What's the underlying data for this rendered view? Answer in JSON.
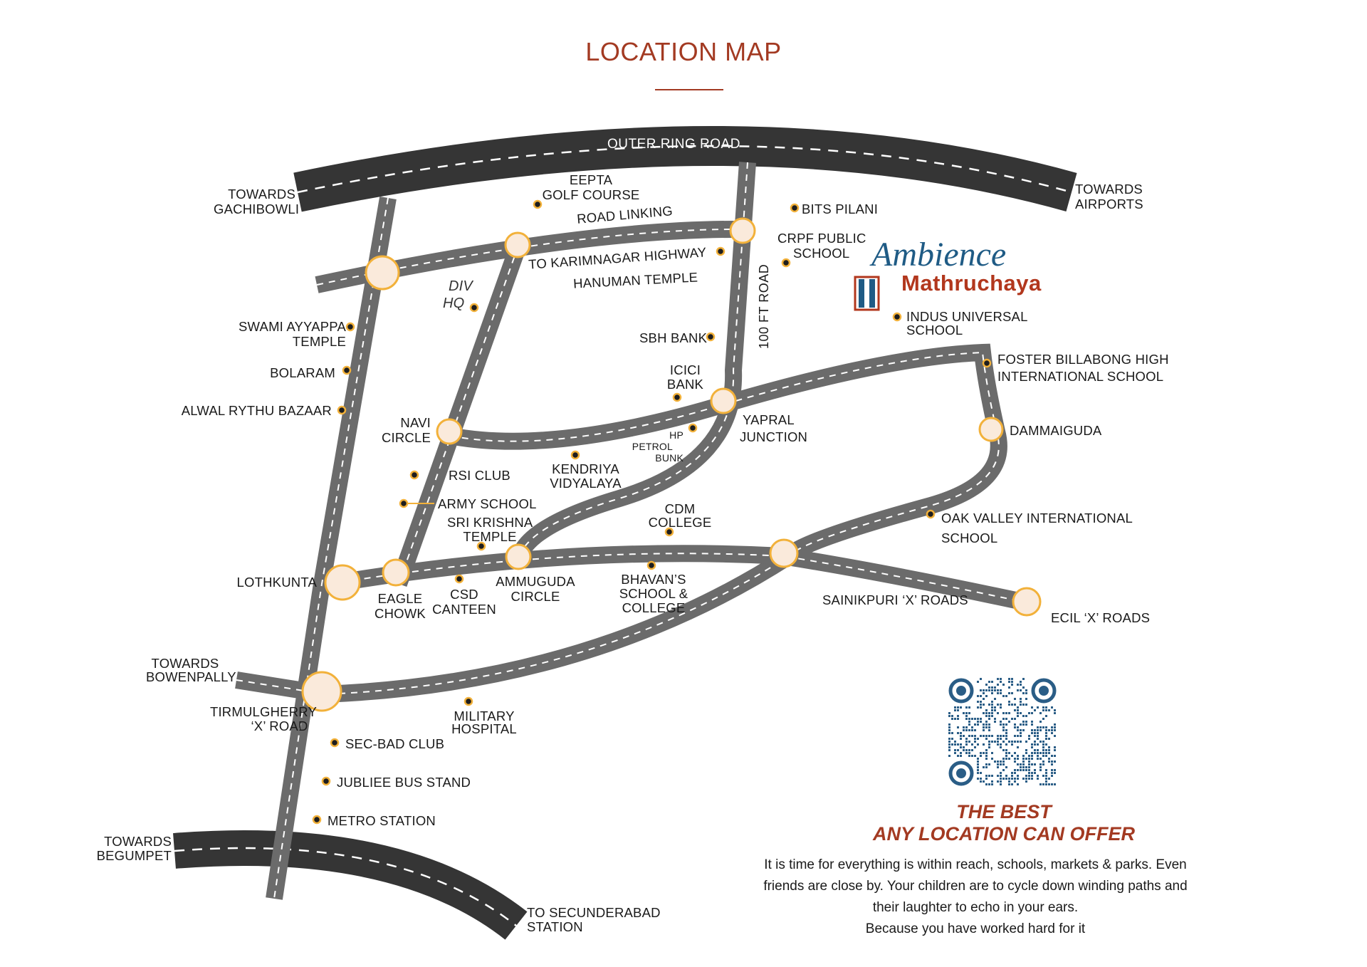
{
  "title": "LOCATION MAP",
  "roads": {
    "outer_ring": "OUTER RING ROAD",
    "ft100": "100 FT ROAD"
  },
  "labels": {
    "towards_gachibowli": [
      "TOWARDS",
      "GACHIBOWLI"
    ],
    "towards_airports": [
      "TOWARDS",
      "AIRPORTS"
    ],
    "eepta": [
      "EEPTA",
      "GOLF COURSE"
    ],
    "road_linking": "ROAD LINKING",
    "to_karimnagar": "TO KARIMNAGAR HIGHWAY",
    "hanuman": "HANUMAN TEMPLE",
    "bits": "BITS PILANI",
    "crpf": [
      "CRPF PUBLIC",
      "SCHOOL"
    ],
    "indus": [
      "INDUS UNIVERSAL",
      "SCHOOL"
    ],
    "div_hq": [
      "DIV",
      "HQ"
    ],
    "swami": [
      "SWAMI AYYAPPA",
      "TEMPLE"
    ],
    "bolaram": "BOLARAM",
    "alwal": "ALWAL RYTHU BAZAAR",
    "sbh": "SBH BANK",
    "icici": [
      "ICICI",
      "BANK"
    ],
    "foster": [
      "FOSTER BILLABONG HIGH",
      "INTERNATIONAL SCHOOL"
    ],
    "navi": [
      "NAVI",
      "CIRCLE"
    ],
    "yapral": [
      "YAPRAL",
      "JUNCTION"
    ],
    "hp": [
      "HP",
      "PETROL",
      "BUNK"
    ],
    "dammaiguda": "DAMMAIGUDA",
    "kendriya": [
      "KENDRIYA",
      "VIDYALAYA"
    ],
    "rsi": "RSI CLUB",
    "army": "ARMY SCHOOL",
    "cdm": [
      "CDM",
      "COLLEGE"
    ],
    "oak": [
      "OAK VALLEY INTERNATIONAL",
      "SCHOOL"
    ],
    "sri_krishna": [
      "SRI KRISHNA",
      "TEMPLE"
    ],
    "lothkunta": "LOTHKUNTA",
    "eagle": [
      "EAGLE",
      "CHOWK"
    ],
    "csd": [
      "CSD",
      "CANTEEN"
    ],
    "ammuguda": [
      "AMMUGUDA",
      "CIRCLE"
    ],
    "bhavans": [
      "BHAVAN’S",
      "SCHOOL &",
      "COLLEGE"
    ],
    "sainikpuri": "SAINIKPURI ‘X’ ROADS",
    "ecil": "ECIL ‘X’ ROADS",
    "towards_bowenpally": [
      "TOWARDS",
      "BOWENPALLY"
    ],
    "tirmulgherry": [
      "TIRMULGHERRY",
      "‘X’ ROAD"
    ],
    "military": [
      "MILITARY",
      "HOSPITAL"
    ],
    "secbad": "SEC-BAD CLUB",
    "jubliee": "JUBLIEE BUS STAND",
    "metro": "METRO STATION",
    "towards_begumpet": [
      "TOWARDS",
      "BEGUMPET"
    ],
    "to_secunderabad": [
      "TO SECUNDERABAD",
      "STATION"
    ]
  },
  "brand": {
    "line1": "Ambience",
    "line2": "Mathruchaya"
  },
  "tagline": [
    "THE BEST",
    "ANY LOCATION CAN OFFER"
  ],
  "blurb": [
    "It is time for everything is within reach, schools, markets & parks. Even",
    "friends are close by. Your children are to cycle down winding paths and",
    "their laughter to echo in your ears.",
    "Because you have worked hard for it"
  ],
  "colors": {
    "accent": "#a33a22",
    "road_dark": "#353535",
    "road_grey": "#6b6b6b",
    "junction_fill": "#faeadb",
    "junction_stroke": "#f2b13a",
    "brand_blue": "#1f5b85",
    "brand_red": "#b2371d",
    "qr_blue": "#2a5d86"
  }
}
